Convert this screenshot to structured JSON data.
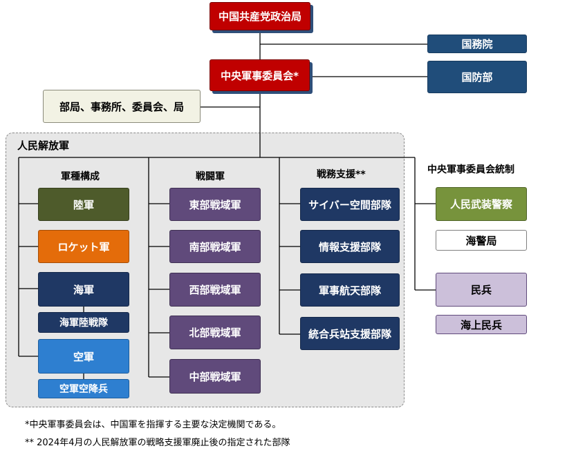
{
  "top": {
    "ccp_politburo": "中国共産党政治局",
    "cmc": "中央軍事委員会*",
    "state_council": "国務院",
    "mod": "国防部",
    "departments": "部局、事務所、委員会、局"
  },
  "pla": {
    "title": "人民解放軍",
    "services": {
      "header": "軍種構成",
      "army": "陸軍",
      "rocket": "ロケット軍",
      "navy": "海軍",
      "marines": "海軍陸戦隊",
      "airforce": "空軍",
      "airborne": "空軍空降兵"
    },
    "theaters": {
      "header": "戦闘軍",
      "eastern": "東部戦域軍",
      "southern": "南部戦域軍",
      "western": "西部戦域軍",
      "northern": "北部戦域軍",
      "central": "中部戦域軍"
    },
    "support": {
      "header": "戦務支援**",
      "cyber": "サイバー空間部隊",
      "info": "情報支援部隊",
      "aerospace": "軍事航天部隊",
      "logistics": "統合兵站支援部隊"
    }
  },
  "cmc_controlled": {
    "header": "中央軍事委員会統制",
    "pap": "人民武装警察",
    "coast_guard": "海警局",
    "militia": "民兵",
    "maritime_militia": "海上民兵"
  },
  "notes": {
    "note1": "*中央軍事委員会は、中国軍を指揮する主要な決定機関である。",
    "note2": "** 2024年4月の人民解放軍の戦略支援軍廃止後の指定された部隊"
  }
}
